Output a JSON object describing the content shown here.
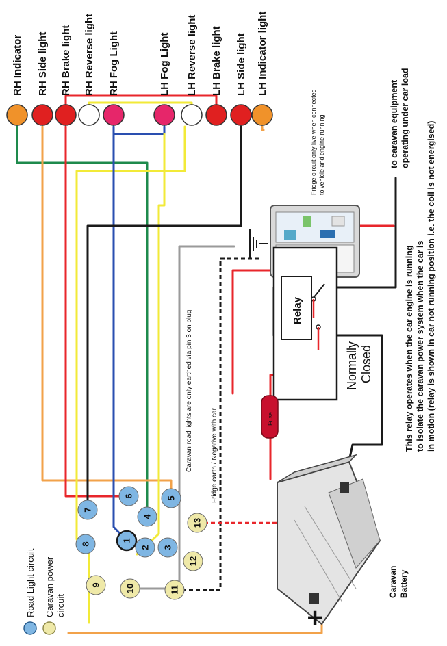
{
  "colors": {
    "road_pin": "#7fb6e3",
    "power_pin": "#efe9a8",
    "indicator": "#f0922a",
    "side": "#e02020",
    "brake": "#e02020",
    "reverse": "#ffffff",
    "fog": "#e6266a",
    "wire_red": "#e8262b",
    "wire_yellow": "#f2ea38",
    "wire_green": "#1e8a4c",
    "wire_blue": "#2a4fb0",
    "wire_orange": "#f2a24a",
    "wire_black": "#1a1a1a",
    "wire_grey": "#9a9a9a"
  },
  "lamps": [
    {
      "label": "RH Indicator",
      "kind": "indicator"
    },
    {
      "label": "RH Side light",
      "kind": "side"
    },
    {
      "label": "RH Brake light",
      "kind": "brake"
    },
    {
      "label": "RH Reverse light",
      "kind": "reverse"
    },
    {
      "label": "RH Fog Light",
      "kind": "fog"
    },
    {
      "label": "LH Fog Light",
      "kind": "fog"
    },
    {
      "label": "LH Reverse light",
      "kind": "reverse"
    },
    {
      "label": "LH Brake light",
      "kind": "brake"
    },
    {
      "label": "LH Side light",
      "kind": "side"
    },
    {
      "label": "LH Indicator light",
      "kind": "indicator"
    }
  ],
  "pins": [
    {
      "num": "1",
      "circuit": "road"
    },
    {
      "num": "2",
      "circuit": "road"
    },
    {
      "num": "3",
      "circuit": "road"
    },
    {
      "num": "4",
      "circuit": "road"
    },
    {
      "num": "5",
      "circuit": "road"
    },
    {
      "num": "6",
      "circuit": "road"
    },
    {
      "num": "7",
      "circuit": "road"
    },
    {
      "num": "8",
      "circuit": "road"
    },
    {
      "num": "9",
      "circuit": "power"
    },
    {
      "num": "10",
      "circuit": "power"
    },
    {
      "num": "11",
      "circuit": "power"
    },
    {
      "num": "12",
      "circuit": "power"
    },
    {
      "num": "13",
      "circuit": "power"
    }
  ],
  "legend": {
    "road": "Road Light circuit",
    "power_line1": "Caravan power",
    "power_line2": "circuit"
  },
  "notes": {
    "fridge_line1": "Fridge circuit only live when connected",
    "fridge_line2": "to vehicle and engine running",
    "road_earth": "Caravan road lights are only earthed via pin 3 on plug",
    "fridge_earth": "Fridge earth / Negative with car",
    "relay_line1": "This relay operates when the car engine is running",
    "relay_line2": "to isolate the caravan power system when the car is",
    "relay_line3": "in motion (relay is shown in car not running position i.e. the coil is not energised)",
    "equip_line1": "to caravan equipment",
    "equip_line2": "operating under car load"
  },
  "relay": {
    "label": "Relay",
    "state_line1": "Normally",
    "state_line2": "Closed"
  },
  "fuse_label": "Fuse",
  "battery_label_line1": "Caravan",
  "battery_label_line2": "Battery",
  "plus_sign": "+"
}
